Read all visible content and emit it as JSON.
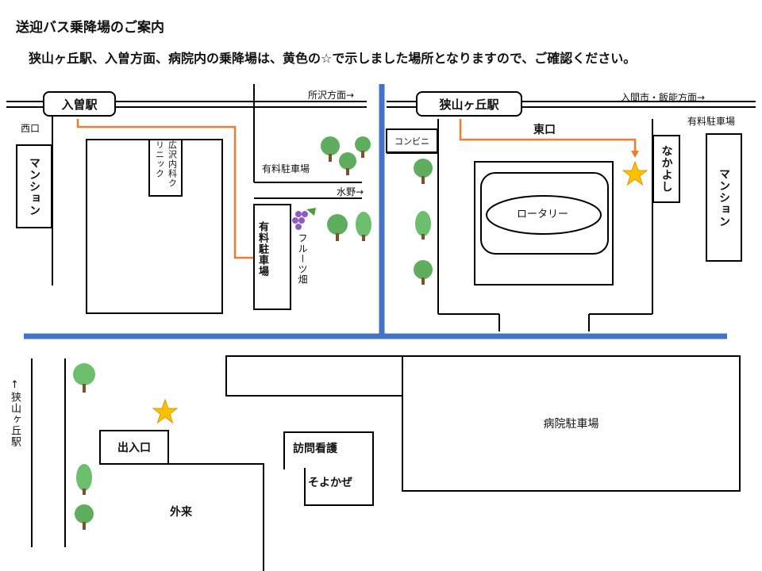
{
  "header": {
    "title": "送迎バス乗降場のご案内",
    "subtitle": "狭山ヶ丘駅、入曽方面、病院内の乗降場は、黄色の☆で示しました場所となりますので、ご確認ください。"
  },
  "colors": {
    "rail": "#4472c4",
    "route": "#ed7d31",
    "star": "#ffc000",
    "line": "#000000"
  },
  "map": {
    "left": {
      "station": "入曽駅",
      "west_exit": "西口",
      "mansion": "マンション",
      "clinic": "広沢内科クリニック",
      "direction_tokorozawa": "所沢方面→",
      "paid_parking_top": "有料駐車場",
      "direction_mizuno": "水野→",
      "paid_parking_stop": "有料駐車場",
      "fruit_farm": "フルーツ畑"
    },
    "right": {
      "station": "狭山ヶ丘駅",
      "direction_iruma": "入間市・飯能方面→",
      "paid_parking": "有料駐車場",
      "convenience": "コンビニ",
      "east_exit": "東口",
      "rotary": "ロータリー",
      "nakayoshi": "なかよし",
      "mansion": "マンション"
    },
    "bottom": {
      "direction_sayama": "↑狭山ヶ丘駅",
      "entrance": "出入口",
      "outpatient": "外来",
      "visiting_nurse_1": "訪問看護",
      "visiting_nurse_2": "そよかぜ",
      "hospital_parking": "病院駐車場"
    }
  }
}
